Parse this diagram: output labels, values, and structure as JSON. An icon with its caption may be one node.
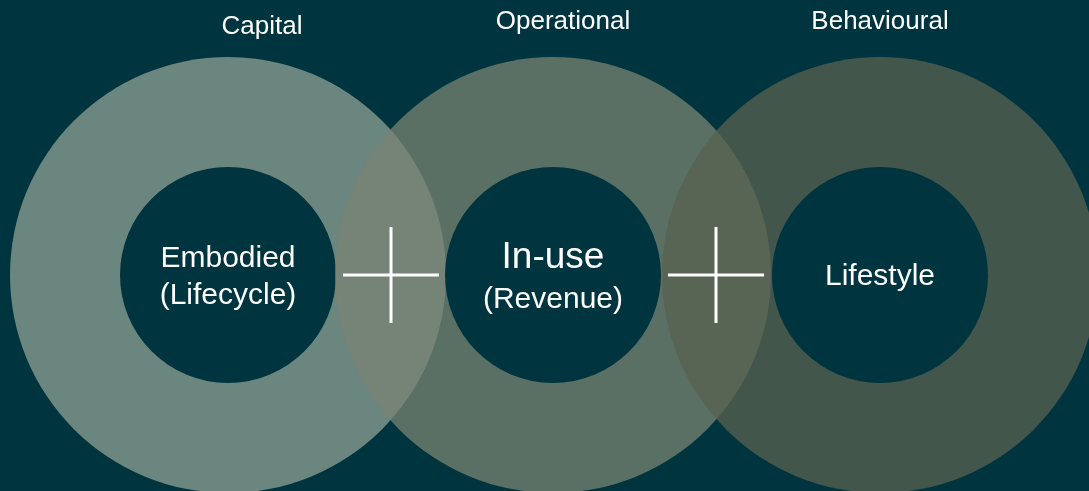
{
  "diagram": {
    "nodes": [
      {
        "text": [
          "Capital"
        ]
      },
      {
        "text": [
          "Embodied",
          "(Lifecycle)"
        ],
        "in": 0
      },
      {
        "text": [
          "Operational"
        ]
      },
      {
        "text": [
          "In-use",
          "(Revenue)"
        ],
        "in": 2
      },
      {
        "text": [
          "Behavioural"
        ]
      },
      {
        "text": [
          "Lifestyle"
        ],
        "in": 4
      }
    ]
  }
}
